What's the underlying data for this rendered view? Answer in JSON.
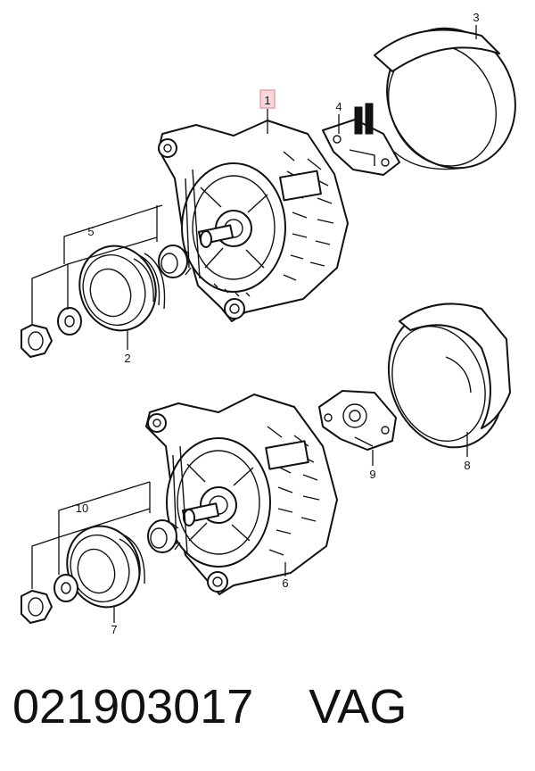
{
  "caption": {
    "part_number": "021903017",
    "brand": "VAG"
  },
  "highlight_color": "#e8a0a8",
  "callouts": [
    {
      "id": "1",
      "text": "1",
      "highlighted": true
    },
    {
      "id": "2",
      "text": "2",
      "highlighted": false
    },
    {
      "id": "3",
      "text": "3",
      "highlighted": false
    },
    {
      "id": "4",
      "text": "4",
      "highlighted": false
    },
    {
      "id": "5",
      "text": "5",
      "highlighted": false
    },
    {
      "id": "6",
      "text": "6",
      "highlighted": false
    },
    {
      "id": "7",
      "text": "7",
      "highlighted": false
    },
    {
      "id": "8",
      "text": "8",
      "highlighted": false
    },
    {
      "id": "9",
      "text": "9",
      "highlighted": false
    },
    {
      "id": "10",
      "text": "10",
      "highlighted": false
    }
  ]
}
